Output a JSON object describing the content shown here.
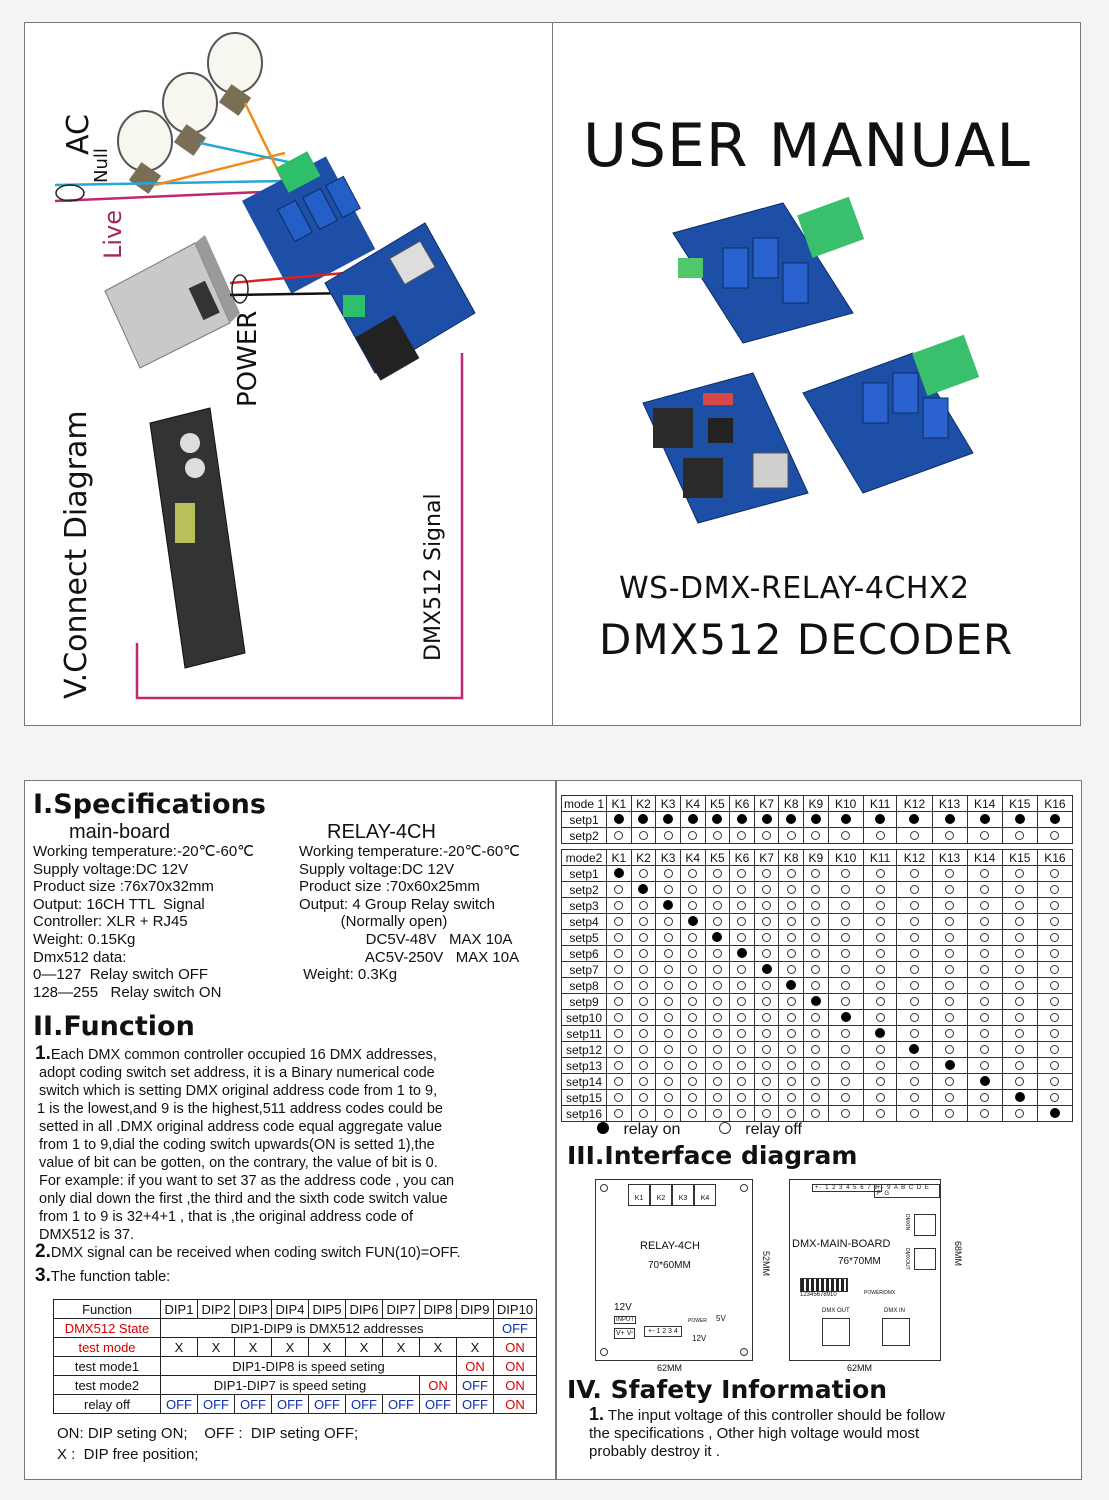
{
  "cover": {
    "labels": {
      "ac": "AC",
      "null": "Null",
      "live": "Live",
      "power": "POWER",
      "connect_title": "V.Connect Diagram",
      "dmx_signal": "DMX512 Signal"
    },
    "user_manual": "USER MANUAL",
    "model": "WS-DMX-RELAY-4CHX2",
    "product": "DMX512 DECODER"
  },
  "specs": {
    "heading": "I.Specifications",
    "main_board_title": "main-board",
    "relay_title": "RELAY-4CH",
    "main_board": [
      "Working temperature:-20℃-60℃",
      "Supply voltage:DC 12V",
      "Product size :76x70x32mm",
      "Output: 16CH TTL  Signal",
      "Controller: XLR + RJ45",
      "Weight: 0.15Kg",
      "Dmx512 data:",
      "0—127  Relay switch OFF",
      "128—255   Relay switch ON"
    ],
    "relay": [
      "Working temperature:-20℃-60℃",
      "Supply voltage:DC 12V",
      "Product size :70x60x25mm",
      "Output: 4 Group Relay switch",
      "          (Normally open)",
      "                DC5V-48V   MAX 10A",
      "                AC5V-250V   MAX 10A",
      " Weight: 0.3Kg"
    ]
  },
  "function": {
    "heading": "II.Function",
    "item1_num": "1.",
    "item1_lines": [
      "Each DMX common controller occupied 16 DMX addresses,",
      "adopt coding switch set address, it is a Binary numerical code",
      "switch which is setting DMX original address code from 1 to 9,",
      "1 is the lowest,and 9 is the highest,511 address codes  could be",
      "setted  in all .DMX original address code equal aggregate value",
      "from 1 to 9,dial the coding switch upwards(ON is setted 1),the",
      "value of bit can be  gotten, on the contrary, the value of bit is 0.",
      "For example: if you want to set 37 as the address code , you can",
      "only dial down the first ,the third and the  sixth code switch value",
      "from 1 to 9 is 32+4+1 , that is ,the original address  code of",
      "DMX512 is 37."
    ],
    "item2_num": "2.",
    "item2": "DMX signal can be received when coding switch FUN(10)=OFF.",
    "item3_num": "3.",
    "item3": "The function table:",
    "table_header": [
      "Function",
      "DIP1",
      "DIP2",
      "DIP3",
      "DIP4",
      "DIP5",
      "DIP6",
      "DIP7",
      "DIP8",
      "DIP9",
      "DIP10"
    ],
    "row_dmx": {
      "name": "DMX512 State",
      "span": "DIP1-DIP9 is DMX512 addresses",
      "dip10": "OFF"
    },
    "row_test": {
      "name": "test mode",
      "cells": [
        "X",
        "X",
        "X",
        "X",
        "X",
        "X",
        "X",
        "X",
        "X"
      ],
      "dip10": "ON"
    },
    "row_test1": {
      "name": "test mode1",
      "span": "DIP1-DIP8 is speed seting",
      "dip9": "ON",
      "dip10": "ON"
    },
    "row_test2": {
      "name": "test mode2",
      "span": "DIP1-DIP7 is speed seting",
      "dip8": "ON",
      "dip9": "OFF",
      "dip10": "ON"
    },
    "row_relay": {
      "name": "relay off",
      "cells": [
        "OFF",
        "OFF",
        "OFF",
        "OFF",
        "OFF",
        "OFF",
        "OFF",
        "OFF",
        "OFF"
      ],
      "dip10": "ON"
    },
    "note1": "ON: DIP seting ON;    OFF :  DIP seting OFF;",
    "note2": "X :  DIP free position;"
  },
  "mode_tables": {
    "keys": [
      "K1",
      "K2",
      "K3",
      "K4",
      "K5",
      "K6",
      "K7",
      "K8",
      "K9",
      "K10",
      "K11",
      "K12",
      "K13",
      "K14",
      "K15",
      "K16"
    ],
    "mode1_label": "mode 1",
    "mode1_rows": [
      {
        "step": "setp1",
        "on": [
          1,
          2,
          3,
          4,
          5,
          6,
          7,
          8,
          9,
          10,
          11,
          12,
          13,
          14,
          15,
          16
        ]
      },
      {
        "step": "setp2",
        "on": []
      }
    ],
    "mode2_label": "mode2",
    "mode2_rows": [
      {
        "step": "setp1",
        "on": [
          1
        ]
      },
      {
        "step": "setp2",
        "on": [
          2
        ]
      },
      {
        "step": "setp3",
        "on": [
          3
        ]
      },
      {
        "step": "setp4",
        "on": [
          4
        ]
      },
      {
        "step": "setp5",
        "on": [
          5
        ]
      },
      {
        "step": "setp6",
        "on": [
          6
        ]
      },
      {
        "step": "setp7",
        "on": [
          7
        ]
      },
      {
        "step": "setp8",
        "on": [
          8
        ]
      },
      {
        "step": "setp9",
        "on": [
          9
        ]
      },
      {
        "step": "setp10",
        "on": [
          10
        ]
      },
      {
        "step": "setp11",
        "on": [
          11
        ]
      },
      {
        "step": "setp12",
        "on": [
          12
        ]
      },
      {
        "step": "setp13",
        "on": [
          13
        ]
      },
      {
        "step": "setp14",
        "on": [
          14
        ]
      },
      {
        "step": "setp15",
        "on": [
          15
        ]
      },
      {
        "step": "setp16",
        "on": [
          16
        ]
      }
    ],
    "legend_on": "relay on",
    "legend_off": "relay off"
  },
  "interface": {
    "heading": "III.Interface diagram",
    "relay_name": "RELAY-4CH",
    "relay_size": "70*60MM",
    "relay_keys": [
      "K1",
      "K2",
      "K3",
      "K4"
    ],
    "relay_height": "52MM",
    "relay_width": "62MM",
    "relay_12v": "12V",
    "relay_input": "INPUT",
    "relay_terms": "V+ V-",
    "relay_pins": "+- 1 2 3 4",
    "relay_power": "POWER",
    "relay_5v": "5V",
    "relay_12v_b": "12V",
    "main_name": "DMX-MAIN-BOARD",
    "main_size": "76*70MM",
    "main_pins1": "+- 1 2 3 4 5 6 7 8",
    "main_pins2": "+- 9 A B C D E F G",
    "main_dip": "12345678910",
    "main_power": "POWER/DMX",
    "main_dmx_out": "DMX OUT",
    "main_dmx_in": "DMX IN",
    "main_rj_in": "DMXIN",
    "main_rj_out": "DMXOUT",
    "main_height": "68MM",
    "main_width": "62MM"
  },
  "safety": {
    "heading": "IV. Sfafety Information",
    "num": "1.",
    "lines": [
      "The input voltage of this controller should be follow",
      "the specifications , Other high voltage would most",
      "probably destroy it ."
    ]
  }
}
